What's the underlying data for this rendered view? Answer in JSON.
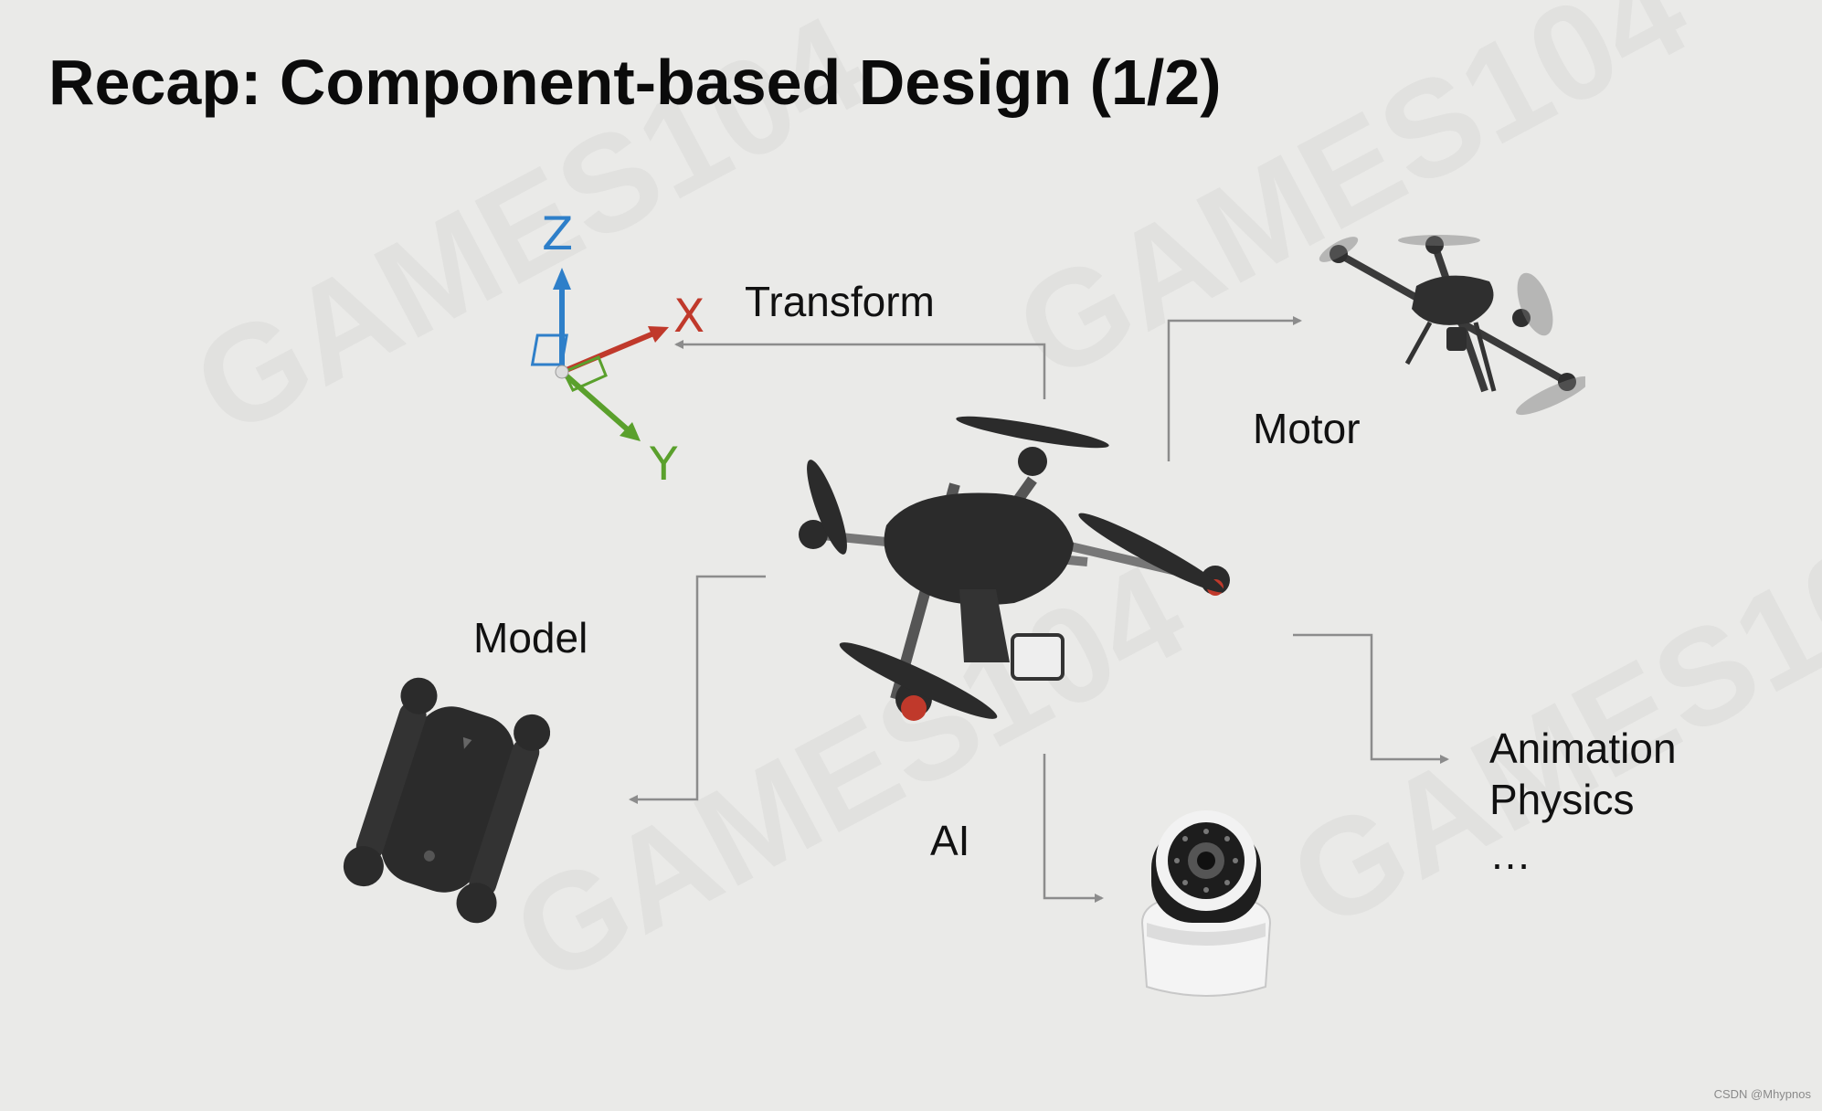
{
  "slide": {
    "title": "Recap: Component-based Design (1/2)",
    "labels": {
      "transform": "Transform",
      "motor": "Motor",
      "model": "Model",
      "ai": "AI",
      "animation": "Animation",
      "physics": "Physics",
      "ellipsis": "…"
    },
    "axes": {
      "x": "X",
      "y": "Y",
      "z": "Z"
    },
    "watermark": "GAMES104",
    "credit": "CSDN @Mhypnos"
  },
  "colors": {
    "background": "#eaeae8",
    "connector": "#8c8c8c",
    "axis_x": "#c0392b",
    "axis_y": "#5aa02c",
    "axis_z": "#2e7fc9",
    "drone_body": "#2b2b2b"
  },
  "icons": [
    "coordinate-axes-icon",
    "drone-icon",
    "folded-drone-icon",
    "security-camera-icon"
  ]
}
